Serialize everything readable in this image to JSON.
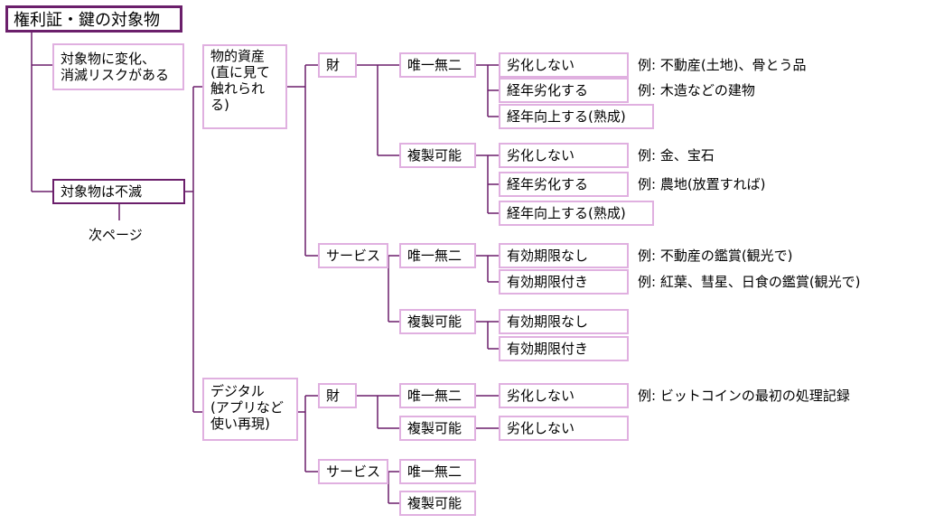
{
  "title": "権利証・鍵の対象物",
  "left": {
    "risk": "対象物に変化、\n消滅リスクがある",
    "indestructible": "対象物は不滅",
    "next_page": "次ページ"
  },
  "categories": {
    "physical": "物的資産\n(直に見て\n触れられ\nる)",
    "digital": "デジタル\n(アプリなど\n使い再現)"
  },
  "kinds": {
    "goods": "財",
    "service": "サービス"
  },
  "uniqueness": {
    "unique": "唯一無二",
    "copyable": "複製可能"
  },
  "states": {
    "no_degrade": "劣化しない",
    "degrade": "経年劣化する",
    "improve": "経年向上する(熟成)",
    "no_expiry": "有効期限なし",
    "expiry": "有効期限付き"
  },
  "examples": {
    "real_estate": "例:  不動産(土地)、骨とう品",
    "wood_building": "例:  木造などの建物",
    "gold": "例:  金、宝石",
    "farmland": "例:  農地(放置すれば)",
    "viewing": "例:  不動産の鑑賞(観光で)",
    "events": "例:  紅葉、彗星、日食の鑑賞(観光で)",
    "bitcoin": "例:  ビットコインの最初の処理記録"
  },
  "colors": {
    "box_border": "#e0b0e0",
    "dark_border": "#6b1f6b",
    "line": "#6b1f6b"
  }
}
